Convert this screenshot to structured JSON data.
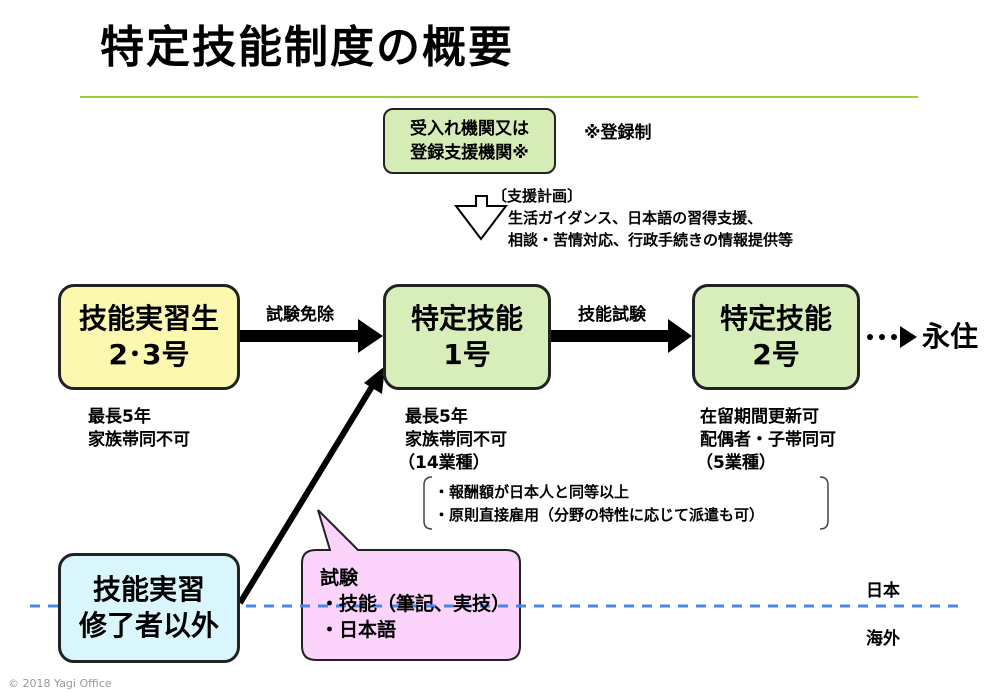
{
  "title": "特定技能制度の概要",
  "accepting_org": {
    "line1": "受入れ機関又は",
    "line2": "登録支援機関※"
  },
  "registration_note": "※登録制",
  "support_plan": {
    "heading": "〔支援計画〕",
    "line1": "生活ガイダンス、日本語の習得支援、",
    "line2": "相談・苦情対応、行政手続きの情報提供等"
  },
  "trainee_box": {
    "line1": "技能実習生",
    "line2": "2･3号"
  },
  "tokutei1_box": {
    "line1": "特定技能",
    "line2": "1号"
  },
  "tokutei2_box": {
    "line1": "特定技能",
    "line2": "2号"
  },
  "others_box": {
    "line1": "技能実習",
    "line2": "修了者以外"
  },
  "arrows": {
    "exam_exempt": "試験免除",
    "skill_test": "技能試験",
    "permanent": "永住"
  },
  "trainee_notes": {
    "line1": "最長5年",
    "line2": "家族帯同不可"
  },
  "tokutei1_notes": {
    "line1": "最長5年",
    "line2": "家族帯同不可",
    "line3": "（14業種）"
  },
  "tokutei2_notes": {
    "line1": "在留期間更新可",
    "line2": "配偶者・子帯同可",
    "line3": "（5業種）"
  },
  "conditions": {
    "line1": "・報酬額が日本人と同等以上",
    "line2": "・原則直接雇用（分野の特性に応じて派遣も可）"
  },
  "exam_callout": {
    "heading": "試験",
    "item1": "・技能（筆記、実技）",
    "item2": "・日本語"
  },
  "regions": {
    "japan": "日本",
    "overseas": "海外"
  },
  "copyright": "© 2018 Yagi Office",
  "colors": {
    "rule": "#9ccc3c",
    "yellow_box": "#fcf8b0",
    "green_box": "#d7edba",
    "cyan_box": "#d8f6fb",
    "callout": "#fcd3fb",
    "border_line": "#4a86e8"
  }
}
